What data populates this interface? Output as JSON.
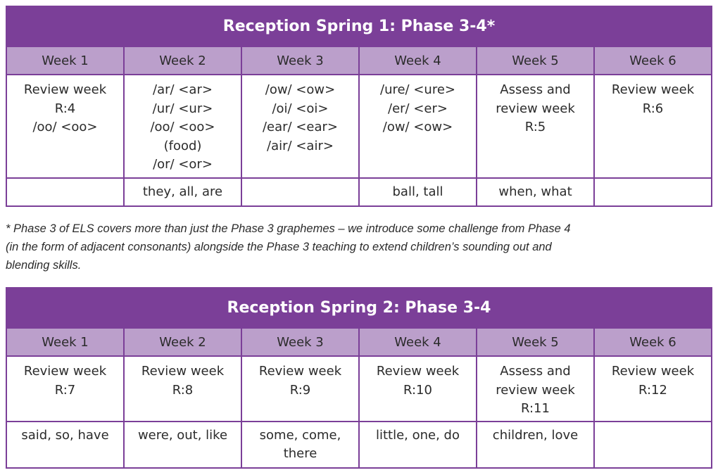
{
  "colors": {
    "title_band": "#7b3f98",
    "header_row": "#bb9fcb",
    "border": "#7b3f98",
    "text": "#2b2b2b"
  },
  "tables": [
    {
      "title": "Reception Spring 1: Phase 3-4*",
      "weeks": [
        "Week 1",
        "Week 2",
        "Week 3",
        "Week 4",
        "Week 5",
        "Week 6"
      ],
      "content": [
        [
          "Review week",
          "R:4",
          "/oo/ <oo>"
        ],
        [
          "/ar/ <ar>",
          "/ur/ <ur>",
          "/oo/ <oo>",
          "(food)",
          "/or/ <or>"
        ],
        [
          "/ow/ <ow>",
          "/oi/ <oi>",
          "/ear/ <ear>",
          "/air/ <air>"
        ],
        [
          "/ure/ <ure>",
          "/er/ <er>",
          "/ow/ <ow>"
        ],
        [
          "Assess and",
          "review week",
          "R:5"
        ],
        [
          "Review week",
          "R:6"
        ]
      ],
      "words": [
        [],
        [
          "they, all, are"
        ],
        [],
        [
          "ball, tall"
        ],
        [
          "when, what"
        ],
        []
      ]
    },
    {
      "title": "Reception Spring 2: Phase 3-4",
      "weeks": [
        "Week 1",
        "Week 2",
        "Week 3",
        "Week 4",
        "Week 5",
        "Week 6"
      ],
      "content": [
        [
          "Review week",
          "R:7"
        ],
        [
          "Review week",
          "R:8"
        ],
        [
          "Review week",
          "R:9"
        ],
        [
          "Review week",
          "R:10"
        ],
        [
          "Assess and",
          "review week",
          "R:11"
        ],
        [
          "Review week",
          "R:12"
        ]
      ],
      "words": [
        [
          "said, so, have"
        ],
        [
          "were, out, like"
        ],
        [
          "some, come,",
          "there"
        ],
        [
          "little, one, do"
        ],
        [
          "children, love"
        ],
        []
      ]
    }
  ],
  "footnote": {
    "lines": [
      "* Phase 3 of ELS covers more than just the Phase 3 graphemes – we introduce some challenge from Phase 4",
      "(in the form of adjacent consonants) alongside the Phase 3 teaching to extend children’s sounding out and",
      "blending skills."
    ]
  }
}
